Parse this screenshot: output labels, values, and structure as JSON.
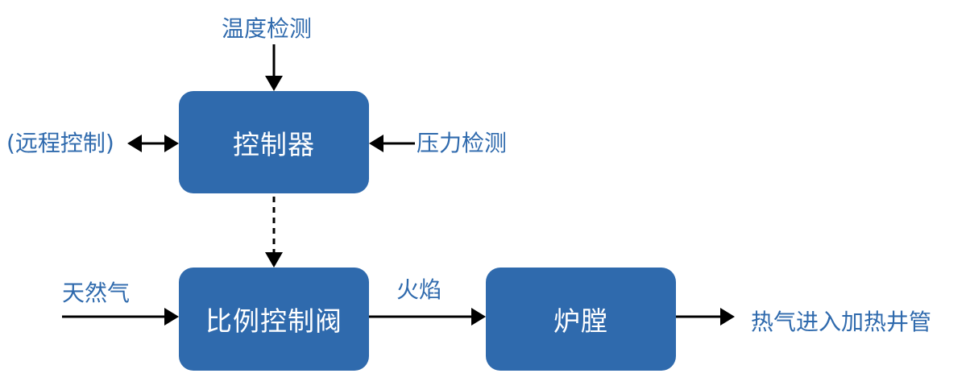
{
  "boxes": {
    "controller": "控制器",
    "valve": "比例控制阀",
    "furnace": "炉膛"
  },
  "labels": {
    "temperature_detection": "温度检测",
    "remote_control": "(远程控制)",
    "pressure_detection": "压力检测",
    "natural_gas": "天然气",
    "flame": "火焰",
    "hot_gas_out": "热气进入加热井管"
  },
  "colors": {
    "box_fill": "#2f6aad",
    "box_text": "#ffffff",
    "label_text": "#2f6aad",
    "arrow": "#000000"
  }
}
